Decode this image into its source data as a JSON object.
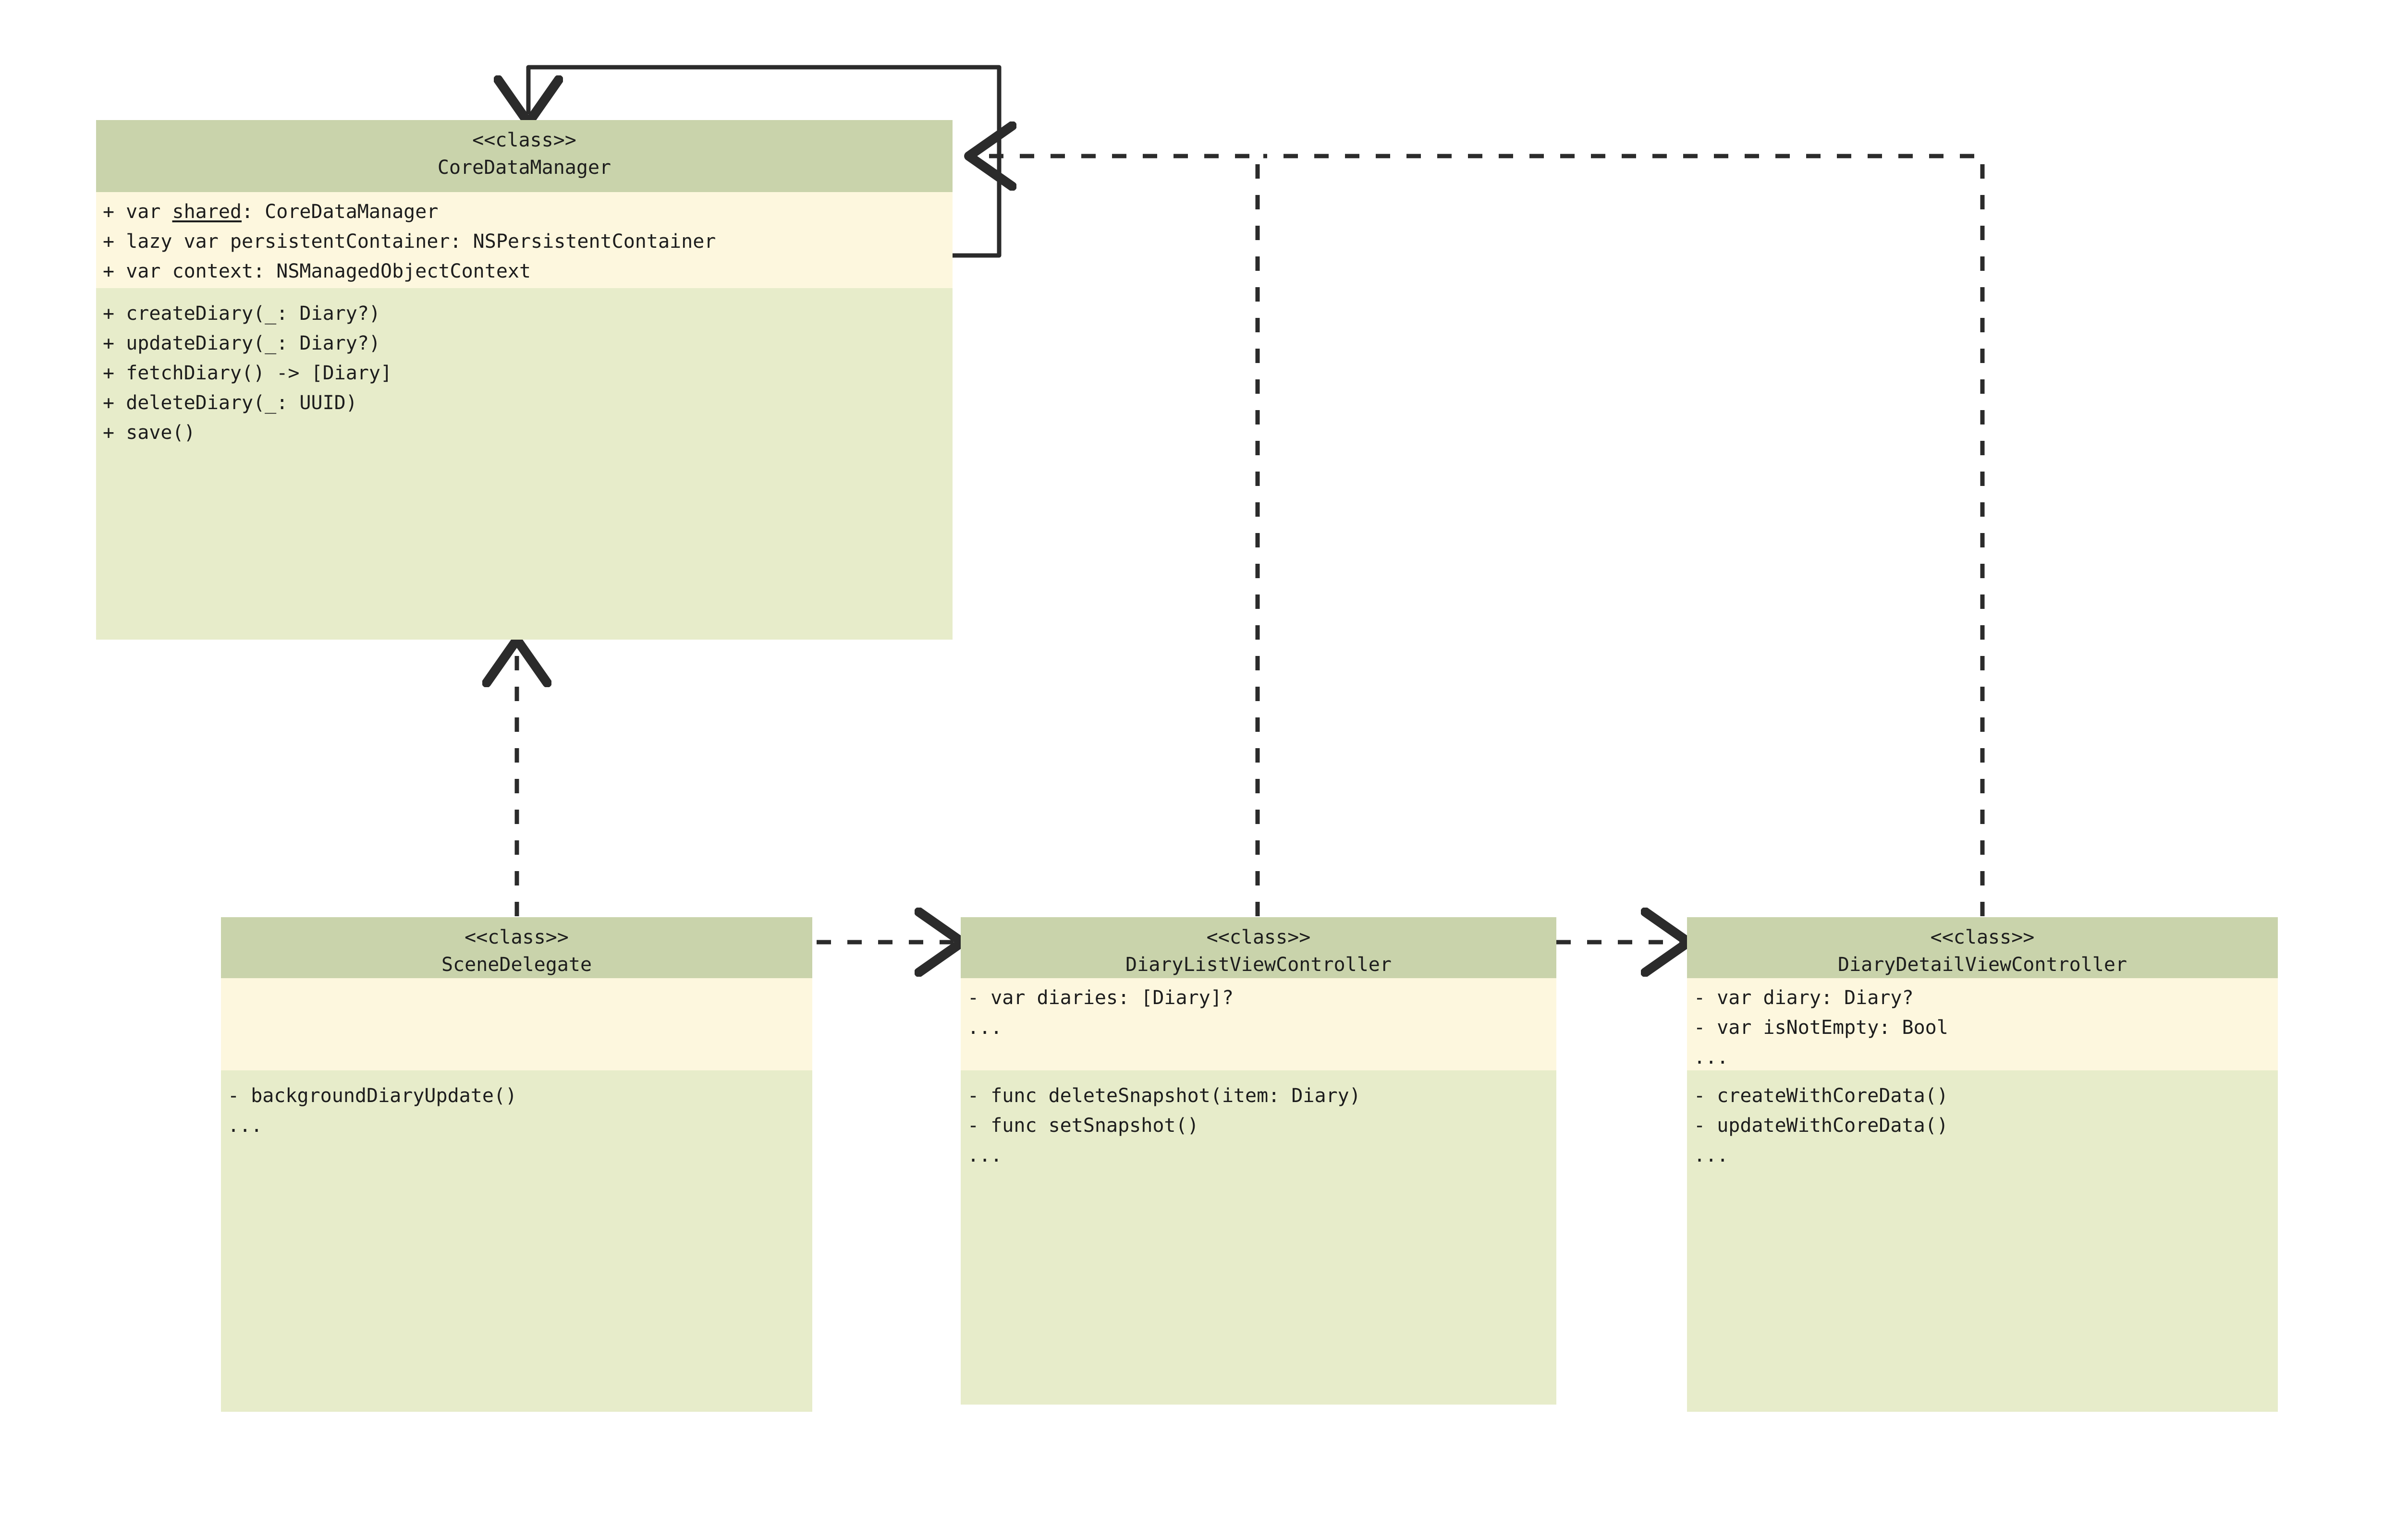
{
  "diagram": {
    "title": "CoreDataManager UML class diagram",
    "colors": {
      "header_fill": "#c9d3ab",
      "attributes_fill": "#fdf7de",
      "methods_fill": "#e7ecca",
      "line": "#2b2b2b",
      "background": "#ffffff"
    },
    "classes": [
      {
        "id": "core-data-manager",
        "stereotype": "<<class>>",
        "name": "CoreDataManager",
        "attributes": [
          {
            "visibility": "+",
            "text": "var shared: CoreDataManager",
            "underline": "shared"
          },
          {
            "visibility": "+",
            "text": "lazy var persistentContainer: NSPersistentContainer",
            "underline": ""
          },
          {
            "visibility": "+",
            "text": "var context: NSManagedObjectContext",
            "underline": ""
          }
        ],
        "methods": [
          {
            "visibility": "+",
            "text": "createDiary(_: Diary?)"
          },
          {
            "visibility": "+",
            "text": "updateDiary(_: Diary?)"
          },
          {
            "visibility": "+",
            "text": "fetchDiary() -> [Diary]"
          },
          {
            "visibility": "+",
            "text": "deleteDiary(_: UUID)"
          },
          {
            "visibility": "+",
            "text": "save()"
          }
        ]
      },
      {
        "id": "scene-delegate",
        "stereotype": "<<class>>",
        "name": "SceneDelegate",
        "attributes": [],
        "methods": [
          {
            "visibility": "-",
            "text": "backgroundDiaryUpdate()"
          },
          {
            "visibility": "",
            "text": "..."
          }
        ]
      },
      {
        "id": "diary-list-view-controller",
        "stereotype": "<<class>>",
        "name": "DiaryListViewController",
        "attributes": [
          {
            "visibility": "-",
            "text": "var diaries: [Diary]?",
            "underline": ""
          },
          {
            "visibility": "",
            "text": "...",
            "underline": ""
          }
        ],
        "methods": [
          {
            "visibility": "-",
            "text": "func deleteSnapshot(item: Diary)"
          },
          {
            "visibility": "-",
            "text": "func setSnapshot()"
          },
          {
            "visibility": "",
            "text": "..."
          }
        ]
      },
      {
        "id": "diary-detail-view-controller",
        "stereotype": "<<class>>",
        "name": "DiaryDetailViewController",
        "attributes": [
          {
            "visibility": "-",
            "text": "var diary: Diary?",
            "underline": ""
          },
          {
            "visibility": "-",
            "text": "var isNotEmpty: Bool",
            "underline": ""
          },
          {
            "visibility": "",
            "text": "...",
            "underline": ""
          }
        ],
        "methods": [
          {
            "visibility": "-",
            "text": "createWithCoreData()"
          },
          {
            "visibility": "-",
            "text": "updateWithCoreData()"
          },
          {
            "visibility": "",
            "text": "..."
          }
        ]
      }
    ],
    "relationships": [
      {
        "id": "self-loop",
        "from": "CoreDataManager",
        "to": "CoreDataManager",
        "style": "solid",
        "arrow": "closed-v",
        "label": ""
      },
      {
        "id": "scene-delegate-to-core-data-manager",
        "from": "SceneDelegate",
        "to": "CoreDataManager",
        "style": "dashed",
        "arrow": "open-v",
        "label": ""
      },
      {
        "id": "diary-list-to-core-data-manager",
        "from": "DiaryListViewController",
        "to": "CoreDataManager",
        "style": "dashed",
        "arrow": "open-v",
        "label": ""
      },
      {
        "id": "diary-detail-to-core-data-manager",
        "from": "DiaryDetailViewController",
        "to": "CoreDataManager",
        "style": "dashed",
        "arrow": "none",
        "label": ""
      },
      {
        "id": "scene-delegate-to-diary-list",
        "from": "SceneDelegate",
        "to": "DiaryListViewController",
        "style": "dashed",
        "arrow": "open-v",
        "label": ""
      },
      {
        "id": "diary-list-to-diary-detail",
        "from": "DiaryListViewController",
        "to": "DiaryDetailViewController",
        "style": "dashed",
        "arrow": "open-v",
        "label": ""
      }
    ]
  }
}
